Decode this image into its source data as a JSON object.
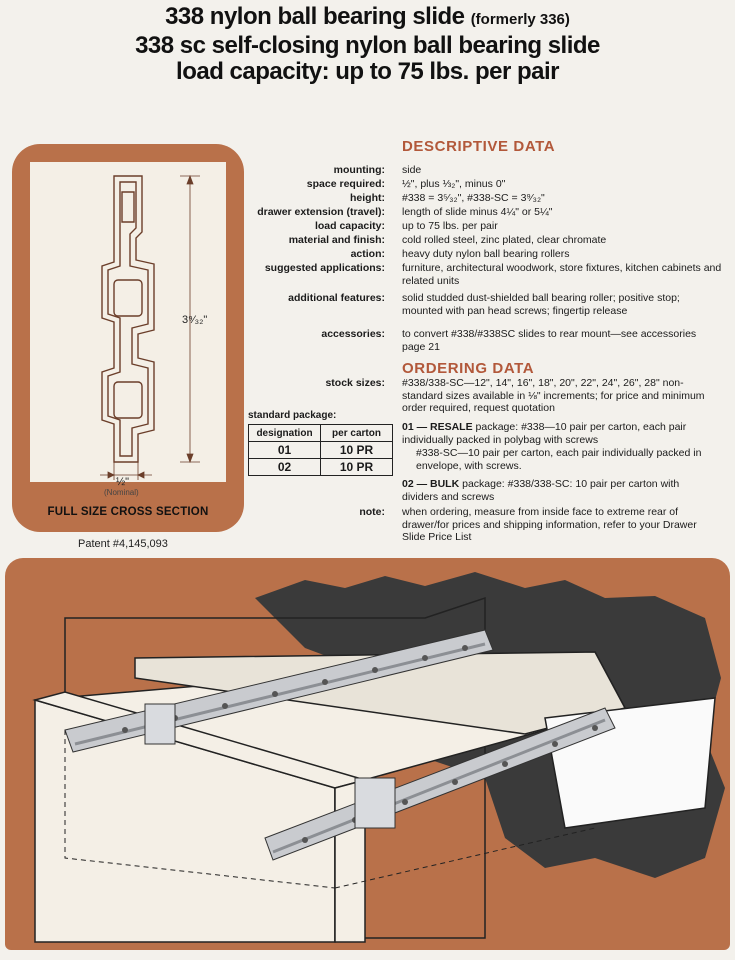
{
  "header": {
    "line1_main": "338 nylon ball bearing slide",
    "line1_note": "(formerly 336)",
    "line2": "338 sc self-closing nylon ball bearing slide",
    "line3": "load capacity: up to 75 lbs. per pair"
  },
  "cross_section": {
    "height_label": "3⁹⁄₃₂\"",
    "width_label": "½\"",
    "width_note": "(Nominal)",
    "caption": "FULL SIZE CROSS SECTION",
    "patent": "Patent #4,145,093"
  },
  "descriptive": {
    "title": "DESCRIPTIVE DATA",
    "rows": [
      {
        "label": "mounting:",
        "value": "side"
      },
      {
        "label": "space required:",
        "value": "½\", plus ⅓₂\", minus 0\""
      },
      {
        "label": "height:",
        "value": "#338 = 3⁵⁄₃₂\", #338-SC = 3⁹⁄₃₂\""
      },
      {
        "label": "drawer extension (travel):",
        "value": "length of slide minus 4¼\" or 5¼\""
      },
      {
        "label": "load capacity:",
        "value": "up to 75 lbs. per pair"
      },
      {
        "label": "material and finish:",
        "value": "cold rolled steel, zinc plated, clear chromate"
      },
      {
        "label": "action:",
        "value": "heavy duty nylon ball bearing rollers"
      },
      {
        "label": "suggested applications:",
        "value": "furniture, architectural woodwork, store fixtures, kitchen cabinets and related units"
      },
      {
        "label": "additional features:",
        "value": "solid studded dust-shielded ball bearing roller; positive stop; mounted with pan head screws; fingertip release"
      },
      {
        "label": "accessories:",
        "value": "to convert #338/#338SC slides to rear mount—see accessories page 21"
      }
    ]
  },
  "ordering": {
    "title": "ORDERING DATA",
    "stock_label": "stock sizes:",
    "stock_value": "#338/338-SC—12\", 14\", 16\", 18\", 20\", 22\", 24\", 26\", 28\" non-standard sizes available in ⅛\" increments; for price and minimum order required, request quotation",
    "package_01_code": "01 — RESALE",
    "package_01_text": "package: #338—10 pair per carton, each pair individually packed in polybag with screws",
    "package_01_text2": "#338-SC—10 pair per carton, each pair individually packed in envelope, with screws.",
    "package_02_code": "02 — BULK",
    "package_02_text": "package: #338/338-SC: 10 pair per carton with dividers and screws",
    "note_label": "note:",
    "note_text": "when ordering, measure from inside face to extreme rear of drawer/for prices and shipping information, refer to your Drawer Slide Price List"
  },
  "standard_package": {
    "label": "standard package:",
    "headers": [
      "designation",
      "per carton"
    ],
    "rows": [
      [
        "01",
        "10 PR"
      ],
      [
        "02",
        "10 PR"
      ]
    ]
  },
  "colors": {
    "terracotta": "#b9714a",
    "title_accent": "#b2583a"
  }
}
